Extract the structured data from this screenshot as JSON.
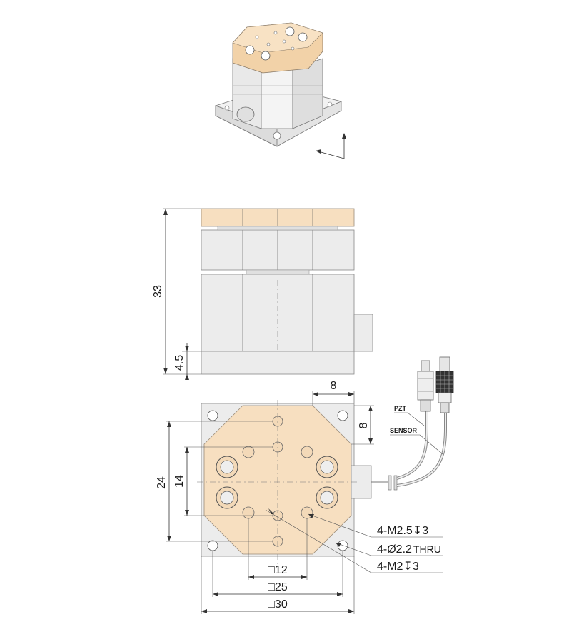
{
  "drawing": {
    "colors": {
      "plate": "#f7dfc0",
      "body": "#ececec",
      "line": "#333333"
    },
    "side_view": {
      "height_total": "33",
      "height_base": "4.5"
    },
    "top_view": {
      "dim_corner_h": "8",
      "dim_corner_v": "8",
      "dim_24": "24",
      "dim_14": "14",
      "dim_12": "□12",
      "dim_25": "□25",
      "dim_30": "□30"
    },
    "callouts": [
      {
        "main": "4-M2.5",
        "sym": "↧",
        "depth": "3",
        "suffix": ""
      },
      {
        "main": "4-Ø2.2",
        "sym": "",
        "depth": "",
        "suffix": "THRU"
      },
      {
        "main": "4-M2",
        "sym": "↧",
        "depth": "3",
        "suffix": ""
      }
    ],
    "cables": {
      "pzt": "PZT",
      "sensor": "SENSOR"
    }
  }
}
